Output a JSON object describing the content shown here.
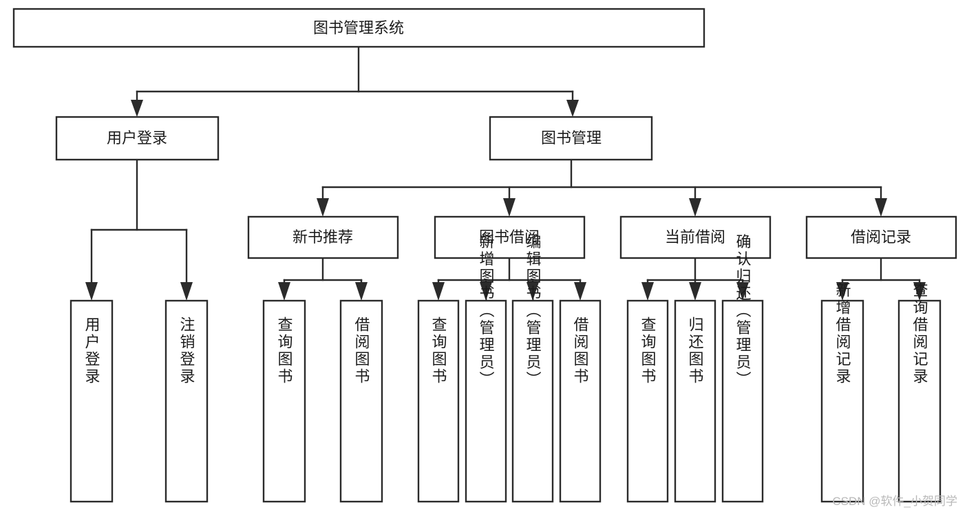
{
  "diagram": {
    "title": "图书管理系统",
    "type": "tree",
    "orientation": "top-down",
    "colors": {
      "box_fill": "#ffffff",
      "box_stroke": "#2b2b2b",
      "text": "#1c1c1c",
      "background": "#ffffff",
      "watermark": "#b9b9b9"
    },
    "root": {
      "label": "图书管理系统"
    },
    "level2": [
      {
        "label": "用户登录"
      },
      {
        "label": "图书管理"
      }
    ],
    "level3": [
      {
        "label": "新书推荐"
      },
      {
        "label": "图书借阅"
      },
      {
        "label": "当前借阅"
      },
      {
        "label": "借阅记录"
      }
    ],
    "leaves": {
      "user_login": [
        {
          "label": "用户登录"
        },
        {
          "label": "注销登录"
        }
      ],
      "new_book_recommend": [
        {
          "label": "查询图书"
        },
        {
          "label": "借阅图书"
        }
      ],
      "book_borrow": [
        {
          "label": "查询图书"
        },
        {
          "label": "新增图书（管理员）"
        },
        {
          "label": "编辑图书（管理员）"
        },
        {
          "label": "借阅图书"
        }
      ],
      "current_borrow": [
        {
          "label": "查询图书"
        },
        {
          "label": "归还图书"
        },
        {
          "label": "确认归还（管理员）"
        }
      ],
      "borrow_record": [
        {
          "label": "新增借阅记录"
        },
        {
          "label": "查询借阅记录"
        }
      ]
    }
  },
  "watermark": {
    "text": "CSDN @软件_小贺同学"
  }
}
